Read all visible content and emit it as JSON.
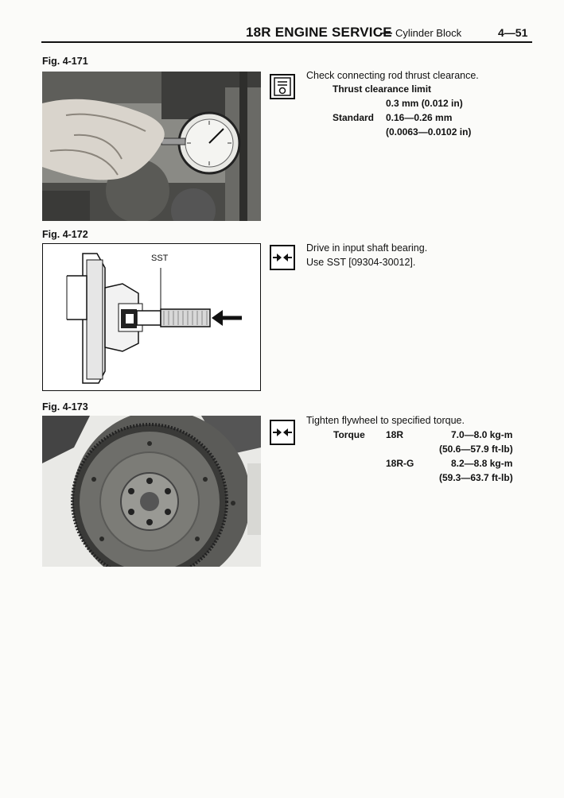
{
  "header": {
    "title": "18R ENGINE SERVICE",
    "dash": "—",
    "subtitle": "Cylinder Block",
    "page": "4—51"
  },
  "figures": [
    {
      "label": "Fig. 4-171",
      "icon": "measure-icon"
    },
    {
      "label": "Fig. 4-172",
      "sst_label": "SST",
      "icon": "press-fit-icon"
    },
    {
      "label": "Fig. 4-173",
      "icon": "press-fit-icon"
    }
  ],
  "section1": {
    "instruction": "Check connecting rod thrust clearance.",
    "limit_label": "Thrust clearance limit",
    "limit_value": "0.3 mm (0.012 in)",
    "standard_label": "Standard",
    "standard_value": "0.16—0.26 mm",
    "standard_value2": "(0.0063—0.0102 in)"
  },
  "section2": {
    "instruction": "Drive in input shaft bearing.",
    "sst_text": "Use SST [09304-30012]."
  },
  "section3": {
    "instruction": "Tighten flywheel to specified torque.",
    "torque_label": "Torque",
    "rows": [
      {
        "model": "18R",
        "value": "7.0—8.0 kg-m",
        "value2": "(50.6—57.9 ft-lb)"
      },
      {
        "model": "18R-G",
        "value": "8.2—8.8 kg-m",
        "value2": "(59.3—63.7 ft-lb)"
      }
    ]
  }
}
